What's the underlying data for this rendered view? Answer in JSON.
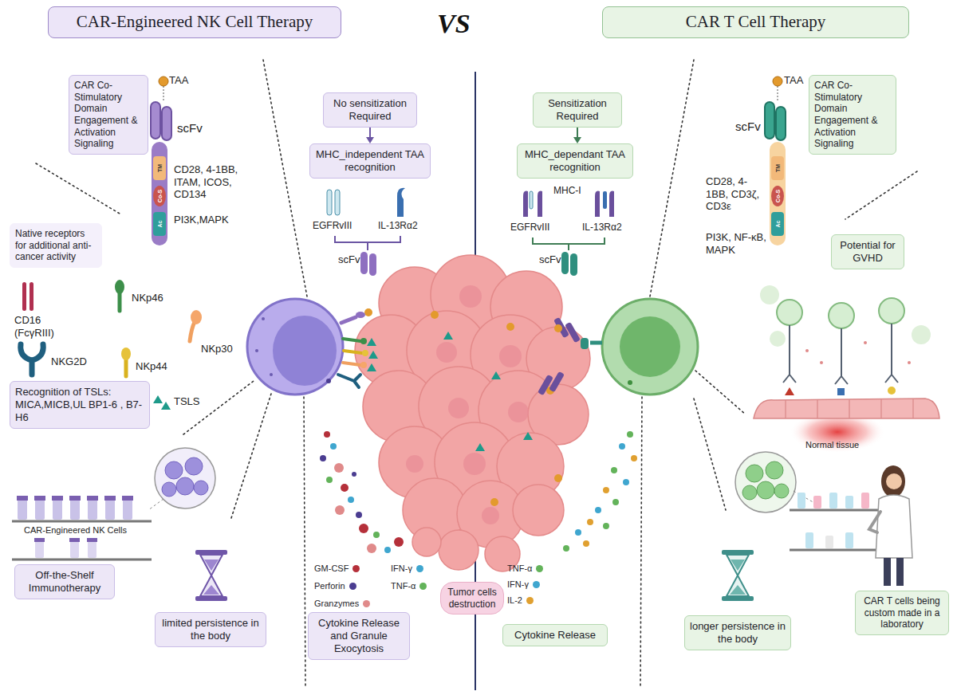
{
  "diagram": {
    "nodes": [
      {
        "text": [
          "CAR-Engineered NK Cell Therapy"
        ]
      },
      {
        "text": [
          "CAR T Cell Therapy"
        ]
      },
      {
        "text": [
          "CAR Co-Stimulatory Domain Engagement & Activation Signaling"
        ]
      },
      {
        "text": [
          "No sensitization Required"
        ]
      },
      {
        "text": [
          "MHC_independent TAA recognition"
        ]
      },
      {
        "text": [
          "Sensitization Required"
        ]
      },
      {
        "text": [
          "MHC_dependant TAA recognition"
        ]
      },
      {
        "text": [
          "CAR Co-Stimulatory Domain Engagement & Activation Signaling"
        ]
      },
      {
        "text": [
          "Native receptors for additional anti-cancer activity"
        ]
      },
      {
        "text": [
          "Potential for GVHD"
        ]
      },
      {
        "text": [
          "Recognition of TSLs: MICA,MICB,UL BP1-6 , B7-H6"
        ]
      },
      {
        "text": [
          "Off-the-Shelf Immunotherapy"
        ]
      },
      {
        "text": [
          "Tumor cells destruction"
        ]
      },
      {
        "text": [
          "CAR T cells being custom made in a laboratory"
        ]
      },
      {
        "text": [
          "limited persistence in the body"
        ]
      },
      {
        "text": [
          "Cytokine Release and Granule Exocytosis"
        ]
      },
      {
        "text": [
          "Cytokine Release"
        ]
      },
      {
        "text": [
          "longer persistence in the body"
        ]
      }
    ],
    "edges": [
      {
        "from": 3,
        "to": 4,
        "arrow": "to"
      },
      {
        "from": 5,
        "to": 6,
        "arrow": "to"
      }
    ],
    "labels": [
      "VS",
      "TAA",
      "scFv",
      "TM",
      "Co-S",
      "Ac",
      "CD28, 4-1BB, ITAM, ICOS, CD134",
      "PI3K,MAPK",
      "EGFRvIII",
      "IL-13Rα2",
      "scFv",
      "MHC-I",
      "EGFRvIII",
      "IL-13Rα2",
      "scFv",
      "TAA",
      "scFv",
      "TM",
      "Co-S",
      "Ac",
      "CD28, 4-1BB, CD3ζ, CD3ε",
      "PI3K, NF-κB, MAPK",
      "CD16 (FcγRIII)",
      "NKp46",
      "NKG2D",
      "NKp44",
      "NKp30",
      "TSLS",
      "CAR-Engineered NK Cells",
      "Normal tissue"
    ],
    "legend": [
      {
        "text": "GM-CSF",
        "color": "#b5303a"
      },
      {
        "text": "IFN-γ",
        "color": "#3fa6cf"
      },
      {
        "text": "Perforin",
        "color": "#4b3d91"
      },
      {
        "text": "TNF-α",
        "color": "#63b35a"
      },
      {
        "text": "Granzymes",
        "color": "#e08a8a"
      },
      {
        "text": "TNF-α",
        "color": "#63b35a"
      },
      {
        "text": "IFN-γ",
        "color": "#3fa6cf"
      },
      {
        "text": "IL-2",
        "color": "#e0a030"
      }
    ]
  }
}
